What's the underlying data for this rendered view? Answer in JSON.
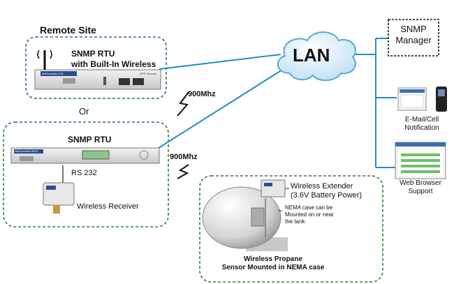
{
  "remote_site": {
    "label": "Remote Site"
  },
  "rtu_wireless": {
    "line1": "SNMP RTU",
    "line2": "with Built-In Wireless",
    "device_brand": "NetGuardian 216",
    "device_logo": "DPS Telecom"
  },
  "or_label": "Or",
  "rtu": {
    "label": "SNMP RTU",
    "device_brand": "NetGuardian 832A"
  },
  "rs232_label": "RS 232",
  "wireless_receiver": {
    "label": "Wireless Receiver"
  },
  "freq_top": "900Mhz",
  "freq_bottom": "900Mhz",
  "lan": {
    "label": "LAN"
  },
  "snmp_manager": {
    "line1": "SNMP",
    "line2": "Manager"
  },
  "email": {
    "line1": "E-Mail/Cell",
    "line2": "Notification"
  },
  "browser": {
    "line1": "Web Browser",
    "line2": "Support"
  },
  "extender": {
    "line1": "Wireless Extender",
    "line2": "(3.6V Battery Power)"
  },
  "nema_note": {
    "line1": "NEMA case can be",
    "line2": "Mounted on or near",
    "line3": "the tank"
  },
  "propane": {
    "line1": "Wireless Propane",
    "line2": "Sensor Mounted in NEMA case"
  },
  "colors": {
    "dashed_border": "#2e7d32",
    "link_line": "#1f8fbf",
    "lan_cloud": "#cfe8f5"
  }
}
